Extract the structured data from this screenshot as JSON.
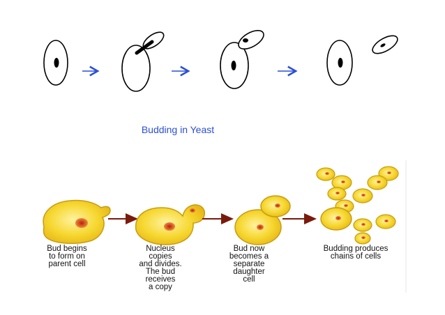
{
  "top_diagram": {
    "title": "Budding in Yeast",
    "arrow_color": "#2b4fd4",
    "steps": [
      "parent-cell",
      "bud-forming",
      "bud-growing",
      "bud-separated"
    ]
  },
  "bottom_diagram": {
    "cell_fill": "#f6d730",
    "cell_stroke": "#c79c10",
    "nucleus_color": "#e0602a",
    "arrow_color": "#7a1a0c",
    "captions": [
      "Bud begins\nto form on\nparent cell",
      "Nucleus\ncopies\nand divides.\nThe bud\nreceives\na copy",
      "Bud now\nbecomes a\nseparate\ndaughter\ncell",
      "Budding produces\nchains of cells"
    ]
  }
}
